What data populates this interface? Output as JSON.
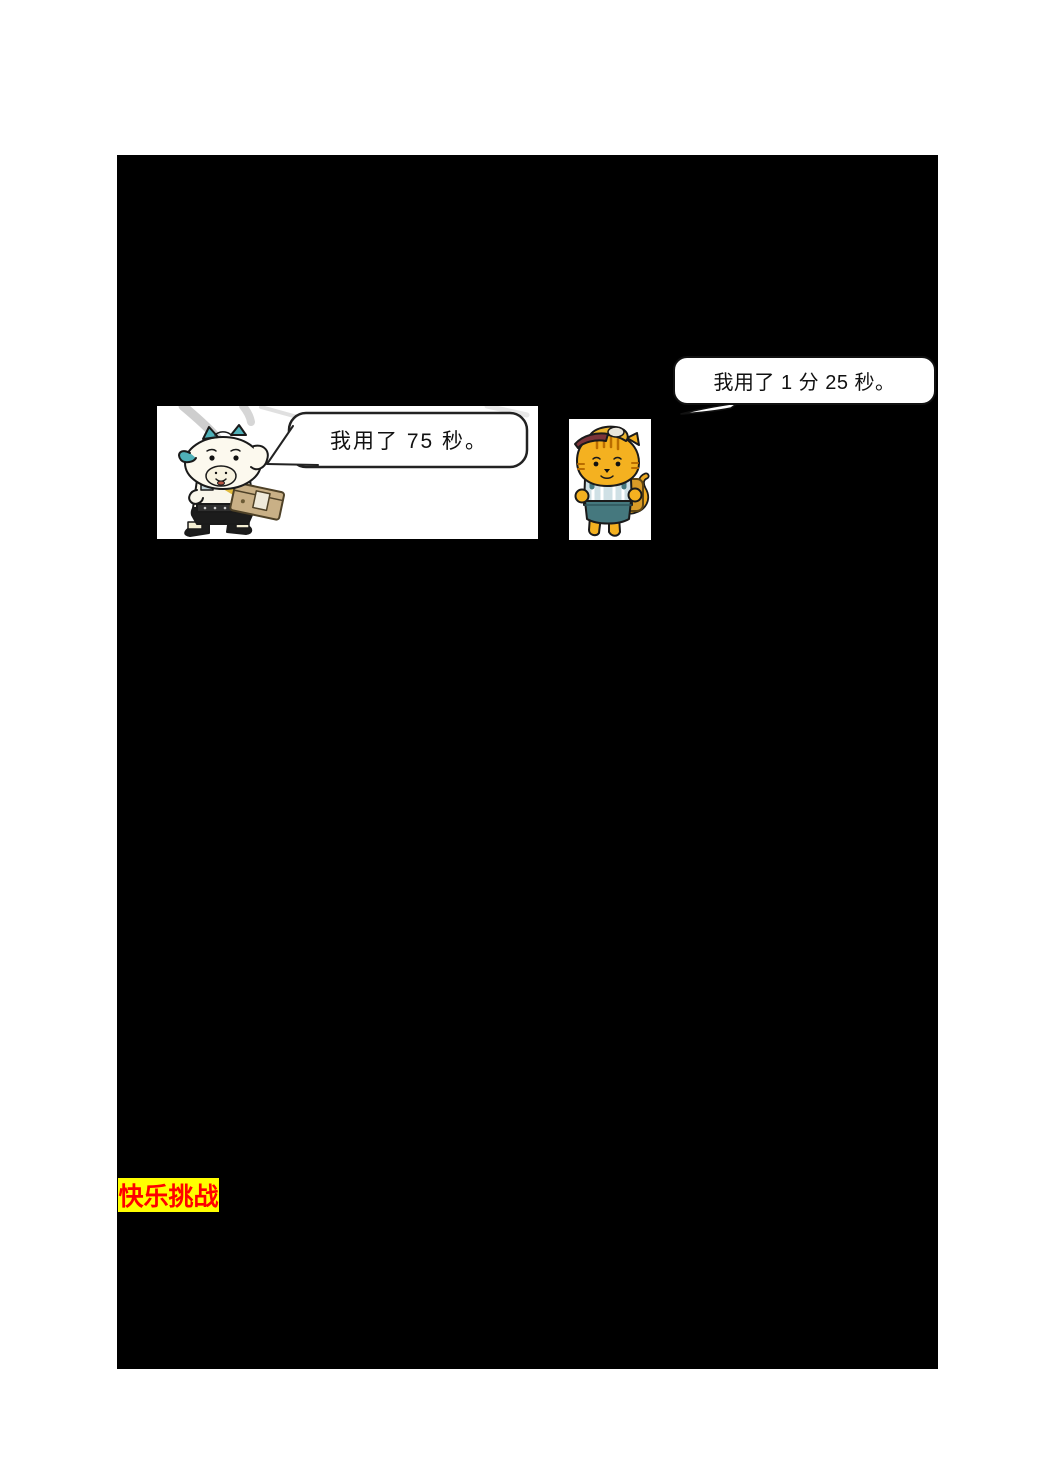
{
  "page": {
    "bg_color": "#ffffff",
    "panel_color": "#000000"
  },
  "bubbles": {
    "cat": {
      "text": "我用了 1 分 25 秒。"
    },
    "goat": {
      "text": "我用了 75 秒。"
    }
  },
  "badge": {
    "text": "快乐挑战",
    "bg_color": "#ffff00",
    "text_color": "#ff0000"
  },
  "illustrations": {
    "goat": {
      "name": "goat-with-schoolbag-cartoon"
    },
    "cat": {
      "name": "tiger-cub-with-cap-cartoon"
    }
  }
}
